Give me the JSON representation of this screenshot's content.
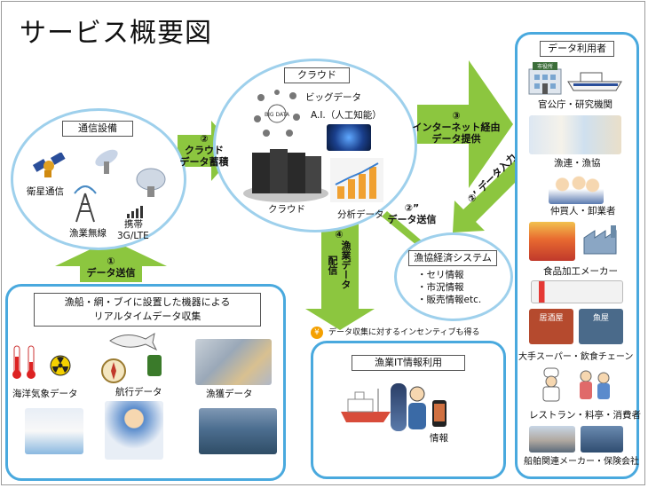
{
  "title": "サービス概要図",
  "communication": {
    "header": "通信設備",
    "satellite": "衛星通信",
    "radio": "漁業無線",
    "mobile_line1": "携帯",
    "mobile_line2": "3G/LTE"
  },
  "cloud": {
    "header": "クラウド",
    "big_data": "ビッグデータ",
    "ai": "A.I.（人工知能）",
    "cloud_label": "クラウド",
    "analysis": "分析データ"
  },
  "arrows": {
    "a1_num": "①",
    "a1_text": "データ送信",
    "a2_num": "②",
    "a2_text1": "クラウド",
    "a2_text2": "データ蓄積",
    "a3_num": "③",
    "a3_text1": "インターネット経由",
    "a3_text2": "データ提供",
    "a4_num": "④",
    "a4_text1": "漁業データ",
    "a4_text2": "配信",
    "a2b_num": "②”",
    "a2b_text": "データ送信",
    "a2c_num": "②’",
    "a2c_text": "データ入力"
  },
  "collection": {
    "header_line1": "漁船・網・ブイに設置した機器による",
    "header_line2": "リアルタイムデータ収集",
    "ocean": "海洋気象データ",
    "navigation": "航行データ",
    "catch": "漁獲データ"
  },
  "market_system": {
    "header": "漁協経済システム",
    "items": [
      "・セリ情報",
      "・市況情報",
      "・販売情報etc."
    ]
  },
  "incentive": {
    "yen": "¥",
    "text": "データ収集に対するインセンティブも得る"
  },
  "it_use": {
    "header": "漁業IT情報利用",
    "info": "情報"
  },
  "users": {
    "header": "データ利用者",
    "gov": "官公庁・研究機関",
    "fishers": "漁連・漁協",
    "brokers": "仲買人・卸業者",
    "food": "食品加工メーカー",
    "super": "大手スーパー・飲食チェーン",
    "restaurant": "レストラン・料亭・消費者",
    "ship": "船舶関連メーカー・保険会社",
    "shop_sign1": "居酒屋",
    "shop_sign2": "魚屋",
    "office_sign": "市役所"
  },
  "colors": {
    "arrow_green": "#8cc63f",
    "ellipse_border": "#9ed0ec",
    "box_border": "#49a9de"
  }
}
